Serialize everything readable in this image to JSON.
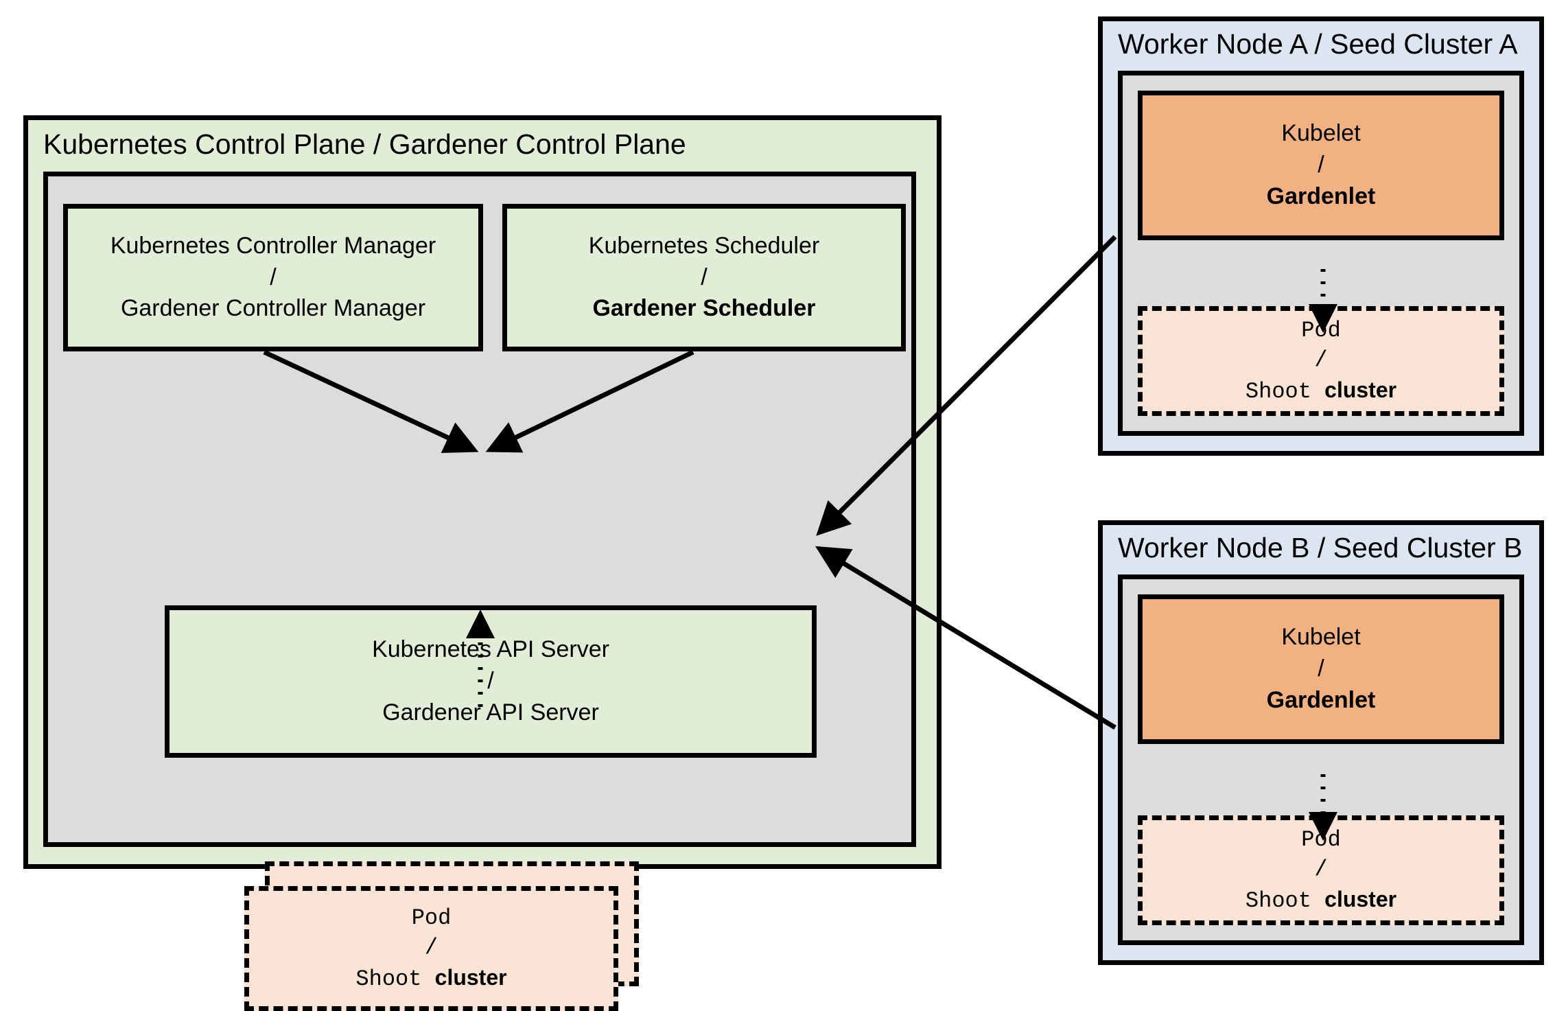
{
  "control_plane": {
    "title": "Kubernetes Control Plane / Gardener Control Plane",
    "controller_manager": {
      "line1": "Kubernetes Controller Manager",
      "separator": "/",
      "line2": "Gardener Controller Manager"
    },
    "scheduler": {
      "line1": "Kubernetes Scheduler",
      "separator": "/",
      "line2": "Gardener Scheduler"
    },
    "api_server": {
      "line1": "Kubernetes API Server",
      "separator": "/",
      "line2": "Gardener API Server"
    },
    "pod": {
      "line1": "Pod",
      "separator": "/",
      "line2_prefix": "Shoot ",
      "line2_bold": "cluster"
    }
  },
  "node_a": {
    "title": "Worker Node A / Seed Cluster A",
    "kubelet": {
      "line1": "Kubelet",
      "separator": "/",
      "line2": "Gardenlet"
    },
    "pod": {
      "line1": "Pod",
      "separator": "/",
      "line2_prefix": "Shoot ",
      "line2_bold": "cluster"
    }
  },
  "node_b": {
    "title": "Worker Node B / Seed Cluster B",
    "kubelet": {
      "line1": "Kubelet",
      "separator": "/",
      "line2": "Gardenlet"
    },
    "pod": {
      "line1": "Pod",
      "separator": "/",
      "line2_prefix": "Shoot ",
      "line2_bold": "cluster"
    }
  },
  "colors": {
    "green": "#e2edd8",
    "grey": "#dcdcdc",
    "orange": "#f2b183",
    "blue": "#dce6f2",
    "pink": "#fbe3d5",
    "stroke": "#000000"
  }
}
